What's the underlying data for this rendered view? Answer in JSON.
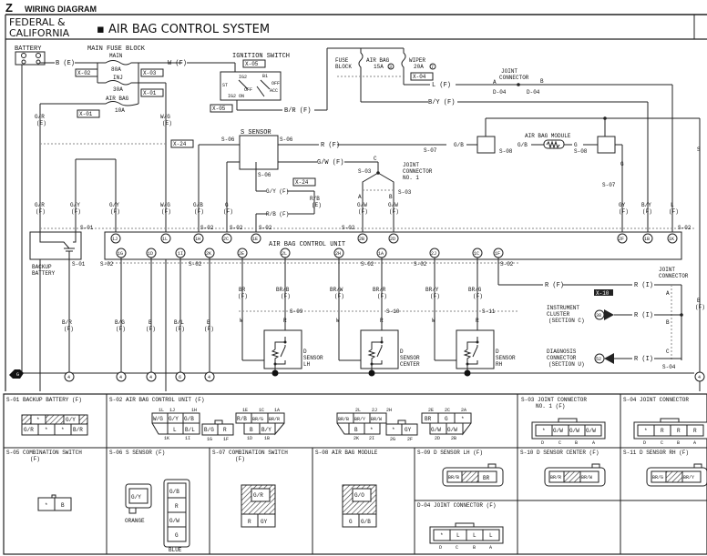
{
  "header": {
    "section_letter": "Z",
    "section_title": "WIRING DIAGRAM",
    "region_line1": "FEDERAL &",
    "region_line2": "CALIFORNIA",
    "system_title": "▪ AIR BAG CONTROL SYSTEM"
  },
  "power": {
    "battery": "BATTERY",
    "battery_wire": "B (E)",
    "main_fuse_block": "MAIN FUSE BLOCK",
    "fuse_main": {
      "name": "MAIN",
      "rating": "80A"
    },
    "fuse_inj": {
      "name": "INJ",
      "rating": "30A"
    },
    "fuse_airbag": {
      "name": "AIR BAG",
      "rating": "10A"
    },
    "conn_x02": "X-02",
    "conn_x03": "X-03",
    "conn_x01a": "X-01",
    "conn_x01b": "X-01",
    "wire_w_f": "W (F)",
    "wire_gr_e": "G/R",
    "wire_gr_e2": "(E)",
    "wire_wg_e": "W/G",
    "wire_wg_e2": "(E)"
  },
  "ignition": {
    "title": "IGNITION SWITCH",
    "conn_top": "X-05",
    "conn_bottom": "X-05",
    "ig2": "IG2",
    "ig1": "IG1",
    "st": "ST",
    "off1": "OFF",
    "off2": "OFF",
    "acc": "ACC",
    "on": "ON",
    "ig2on": "IG2 ON",
    "b1": "B1",
    "wire_br_f": "B/R (F)"
  },
  "fuse_block": {
    "label1": "FUSE",
    "label2": "BLOCK",
    "airbag_name": "AIR BAG",
    "airbag_rating": "15A",
    "airbag_num": "3",
    "wiper_name": "WIPER",
    "wiper_rating": "20A",
    "wiper_num": "7",
    "conn_x04": "X-04",
    "wire_l_f": "L (F)",
    "wire_by_f": "B/Y (F)"
  },
  "joint_connector_top": {
    "label1": "JOINT",
    "label2": "CONNECTOR",
    "pin_a": "A",
    "pin_b": "B",
    "conn_a": "D-04",
    "conn_b": "D-04"
  },
  "s_sensor": {
    "title": "S SENSOR",
    "conn_left": "S-06",
    "conn_right": "S-06",
    "conn_bottom": "S-06",
    "wire_r_f": "R (F)",
    "wire_gw_f": "G/W (F)",
    "wire_gy_f": "G/Y (F)",
    "wire_rb_f": "R/B (F)",
    "wire_rb_e1": "R/B",
    "wire_rb_e2": "(E)",
    "conn_x24": "X-24"
  },
  "airbag_module": {
    "title": "AIR BAG MODULE",
    "wire_gb1": "G/B",
    "wire_gb2": "G/B",
    "wire_g1": "G",
    "wire_g2": "G",
    "conn_s07a": "S-07",
    "conn_s08a": "S-08",
    "conn_s08b": "S-08",
    "conn_s07b": "S-07"
  },
  "joint_connector_no1": {
    "label1": "JOINT",
    "label2": "CONNECTOR",
    "label3": "NO. 1",
    "pin_c": "C",
    "pin_a": "A",
    "pin_b": "B",
    "conn1": "S-03",
    "conn2": "S-03"
  },
  "control_unit": {
    "title": "AIR BAG CONTROL UNIT",
    "x24": "X-24",
    "top_wires": [
      {
        "color": "G/R",
        "loc": "(F)"
      },
      {
        "color": "G/Y",
        "loc": "(F)"
      },
      {
        "color": "G/Y",
        "loc": "(F)"
      },
      {
        "color": "W/G",
        "loc": "(F)"
      },
      {
        "color": "G/B",
        "loc": "(F)"
      },
      {
        "color": "G",
        "loc": "(F)"
      },
      {
        "color": "G/W",
        "loc": "(F)"
      },
      {
        "color": "G/W",
        "loc": "(F)"
      },
      {
        "color": "GY",
        "loc": "(F)"
      },
      {
        "color": "B/Y",
        "loc": "(F)"
      },
      {
        "color": "L",
        "loc": "(F)"
      }
    ],
    "top_pins": [
      "1J",
      "1L",
      "1H",
      "2C",
      "1E",
      "2B",
      "2D",
      "2F",
      "1B",
      "1K"
    ],
    "bottom_pins": [
      "1G",
      "1D",
      "1I",
      "2K",
      "2E",
      "2L",
      "2H",
      "1A",
      "2J",
      "1C",
      "1F"
    ],
    "s01": "S-01",
    "s02": "S-02",
    "bottom_wires": [
      {
        "color": "B/R",
        "loc": "(F)"
      },
      {
        "color": "B/G",
        "loc": "(F)"
      },
      {
        "color": "B",
        "loc": "(F)"
      },
      {
        "color": "B/L",
        "loc": "(F)"
      },
      {
        "color": "B",
        "loc": "(F)"
      },
      {
        "color": "BR",
        "loc": "(F)"
      },
      {
        "color": "BR/B",
        "loc": "(F)"
      },
      {
        "color": "BR/W",
        "loc": "(F)"
      },
      {
        "color": "BR/R",
        "loc": "(F)"
      },
      {
        "color": "BR/Y",
        "loc": "(F)"
      },
      {
        "color": "BR/G",
        "loc": "(F)"
      }
    ],
    "backup_battery_1": "BACKUP",
    "backup_battery_2": "BATTERY"
  },
  "d_sensors": [
    {
      "l1": "D",
      "l2": "SENSOR",
      "l3": "LH",
      "conn": "S-09",
      "w": "W",
      "r": "R"
    },
    {
      "l1": "D",
      "l2": "SENSOR",
      "l3": "CENTER",
      "conn": "S-10",
      "w": "W",
      "r": "R"
    },
    {
      "l1": "D",
      "l2": "SENSOR",
      "l3": "RH",
      "conn": "S-11",
      "w": "W",
      "r": "R"
    }
  ],
  "right_side": {
    "wire_r_f": "R (F)",
    "conn_x10": "X-10",
    "wire_r_i1": "R (I)",
    "wire_r_i2": "R (I)",
    "wire_r_i3": "R (I)",
    "joint1": "JOINT",
    "joint2": "CONNECTOR",
    "pin_a": "A",
    "pin_b": "B",
    "pin_c": "C",
    "s04": "S-04",
    "cluster1": "INSTRUMENT",
    "cluster2": "CLUSTER",
    "cluster3": "(SECTION C)",
    "cluster_num": "38",
    "diag1": "DIAGNOSIS",
    "diag2": "CONNECTOR",
    "diag3": "(SECTION U)",
    "diag_num": "52",
    "wire_b_f1": "B",
    "wire_b_f2": "(F)",
    "s_right": "S"
  },
  "ground": {
    "symbol": "G",
    "points": [
      "4",
      "4",
      "4",
      "6",
      "4",
      "4"
    ]
  },
  "connectors": {
    "s01": {
      "title": "S-01 BACKUP BATTERY (F)",
      "top": [
        "*",
        "G/Y"
      ],
      "bottom": [
        "G/R",
        "*",
        "*",
        "B/R"
      ]
    },
    "s02": {
      "title": "S-02 AIR BAG CONTROL UNIT (F)",
      "g1_top_pins": [
        "1L",
        "1J",
        "1H"
      ],
      "g1_top": [
        "W/G",
        "G/Y",
        "G/B"
      ],
      "g1_bot": [
        "L",
        "B/L"
      ],
      "g1_bot_pins": [
        "1K",
        "1I"
      ],
      "g2_bot": [
        "B/G",
        "R"
      ],
      "g2_bot_pins": [
        "1G",
        "1F"
      ],
      "g3_top_pins": [
        "1E",
        "1C",
        "1A"
      ],
      "g3_top": [
        "R/B",
        "BR/G",
        "BR/R"
      ],
      "g3_bot": [
        "B",
        "B/Y"
      ],
      "g3_bot_pins": [
        "1D",
        "1B"
      ],
      "g4_top_pins": [
        "2L",
        "2J",
        "2H"
      ],
      "g4_top": [
        "BR/B",
        "BR/Y",
        "BR/W"
      ],
      "g4_bot": [
        "B",
        "*"
      ],
      "g4_bot_pins": [
        "2K",
        "2I"
      ],
      "g5_bot": [
        "*",
        "GY"
      ],
      "g5_bot_pins": [
        "2G",
        "2F"
      ],
      "g6_top_pins": [
        "2E",
        "2C",
        "2A"
      ],
      "g6_top": [
        "BR",
        "G",
        "*"
      ],
      "g6_bot": [
        "G/W",
        "G/W"
      ],
      "g6_bot_pins": [
        "2D",
        "2B"
      ]
    },
    "s03": {
      "title1": "S-03 JOINT CONNECTOR",
      "title2": "NO. 1 (F)",
      "cells": [
        "*",
        "G/W",
        "G/W",
        "G/W"
      ],
      "pins": [
        "D",
        "C",
        "B",
        "A"
      ]
    },
    "s04": {
      "title": "S-04 JOINT CONNECTOR",
      "cells": [
        "*",
        "R",
        "R",
        "R"
      ],
      "pins": [
        "D",
        "C",
        "B",
        "A"
      ]
    },
    "s05": {
      "title1": "S-05 COMBINATION SWITCH",
      "title2": "(F)",
      "cells": [
        "*",
        "B"
      ]
    },
    "s06": {
      "title": "S-06 S SENSOR (F)",
      "orange": [
        "G/Y"
      ],
      "orange_label": "ORANGE",
      "blue": [
        "G/B",
        "R",
        "G/W",
        "G"
      ],
      "blue_label": "BLUE"
    },
    "s07": {
      "title1": "S-07 COMBINATION SWITCH",
      "title2": "(F)",
      "top": "G/R",
      "bottom": [
        "R",
        "GY"
      ]
    },
    "s08": {
      "title": "S-08 AIR BAG MODULE",
      "top": "G/O",
      "bottom": [
        "G",
        "G/B"
      ]
    },
    "s09": {
      "title": "S-09 D SENSOR LH (F)",
      "cells": [
        "BR/B",
        "BR"
      ]
    },
    "s10": {
      "title": "S-10 D SENSOR CENTER (F)",
      "cells": [
        "BR/R",
        "BR/W"
      ]
    },
    "s11": {
      "title": "S-11 D SENSOR RH (F)",
      "cells": [
        "BR/G",
        "BR/Y"
      ]
    },
    "d04": {
      "title": "D-04 JOINT CONNECTOR (F)",
      "cells": [
        "*",
        "L",
        "L",
        "L"
      ],
      "pins": [
        "D",
        "C",
        "B",
        "A"
      ]
    }
  }
}
